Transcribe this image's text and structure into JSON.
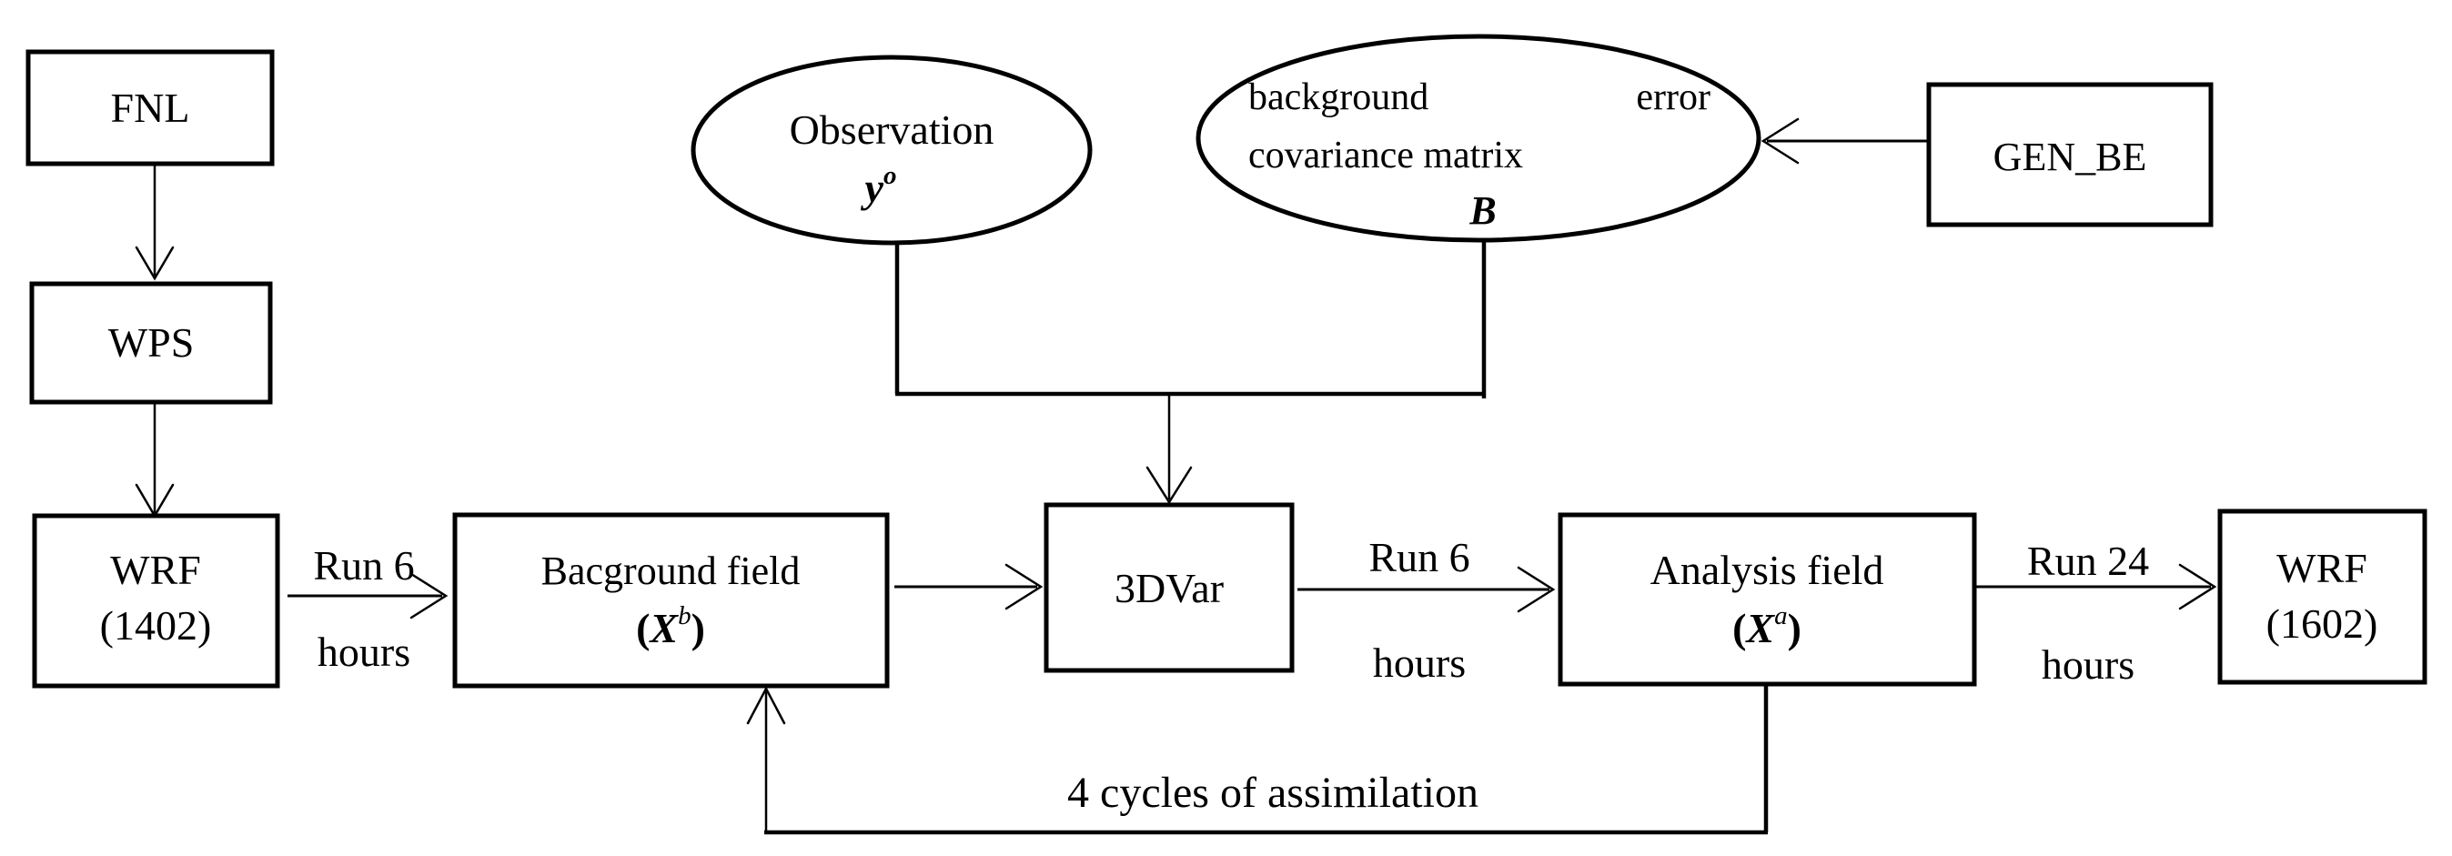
{
  "diagram": {
    "colors": {
      "line": "#000000",
      "background": "#ffffff"
    },
    "nodes": {
      "fnl": {
        "label": "FNL"
      },
      "wps": {
        "label": "WPS"
      },
      "wrf_initial": {
        "name": "WRF",
        "run_id": "(1402)"
      },
      "background_field": {
        "title": "Bacground field",
        "open": "(",
        "symbol": "X",
        "sup": "b",
        "close": ")"
      },
      "var3d": {
        "label": "3DVar"
      },
      "analysis_field": {
        "title": "Analysis field",
        "open": "(",
        "symbol": "X",
        "sup": "a",
        "close": ")"
      },
      "wrf_final": {
        "name": "WRF",
        "run_id": "(1602)"
      },
      "gen_be": {
        "label": "GEN_BE"
      },
      "observation": {
        "title": "Observation",
        "symbol": "y",
        "sup": "o"
      },
      "bg_error_cov": {
        "word_left": "background",
        "word_right": "error",
        "line2": "covariance matrix",
        "symbol": "B"
      }
    },
    "edges": {
      "wrf_to_background": {
        "line1": "Run 6",
        "line2": "hours"
      },
      "var_to_analysis": {
        "line1": "Run 6",
        "line2": "hours"
      },
      "analysis_to_wrf": {
        "line1": "Run 24",
        "line2": "hours"
      },
      "assimilation_loop": {
        "label": "4 cycles of assimilation"
      }
    }
  }
}
